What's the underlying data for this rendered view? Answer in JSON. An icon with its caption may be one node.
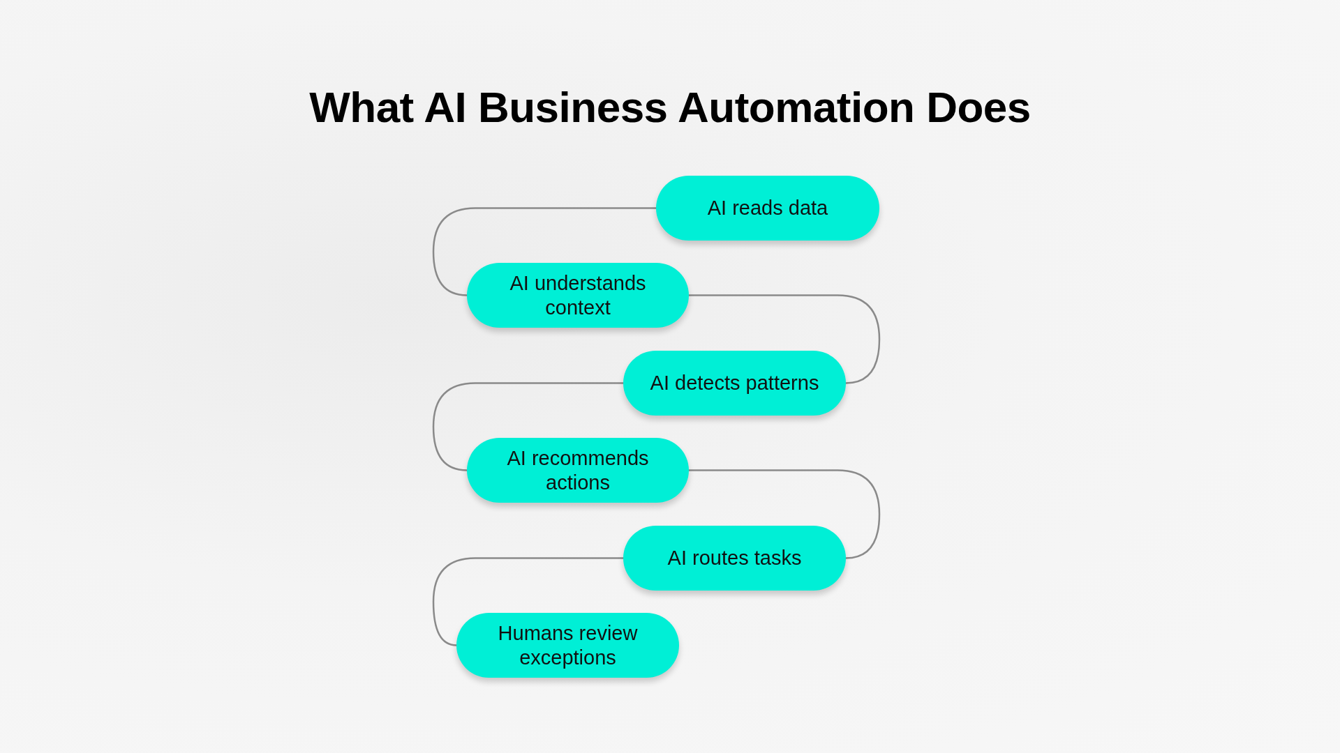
{
  "diagram": {
    "title": "What AI Business Automation Does",
    "nodes": [
      {
        "text": [
          "AI reads data"
        ]
      },
      {
        "text": [
          "AI understands context"
        ]
      },
      {
        "text": [
          "AI detects patterns"
        ]
      },
      {
        "text": [
          "AI recommends actions"
        ]
      },
      {
        "text": [
          "AI routes tasks"
        ]
      },
      {
        "text": [
          "Humans review exceptions"
        ]
      }
    ],
    "edges": [
      {
        "from": 0,
        "to": 1,
        "arrow": "none"
      },
      {
        "from": 1,
        "to": 2,
        "arrow": "none"
      },
      {
        "from": 2,
        "to": 3,
        "arrow": "none"
      },
      {
        "from": 3,
        "to": 4,
        "arrow": "none"
      },
      {
        "from": 4,
        "to": 5,
        "arrow": "none"
      }
    ]
  }
}
